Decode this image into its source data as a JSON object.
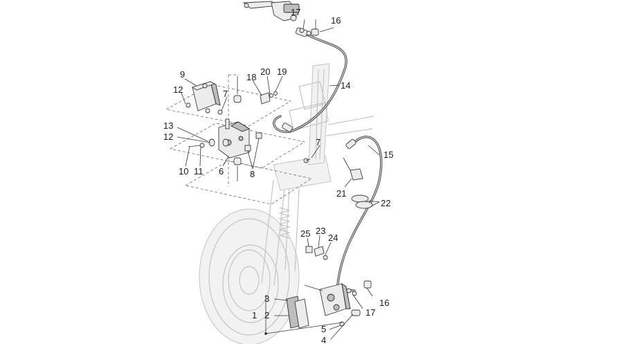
{
  "callouts": {
    "c1": "1",
    "c2": "2",
    "c3": "3",
    "c4": "4",
    "c5": "5",
    "c6": "6",
    "c7a": "7",
    "c7b": "7",
    "c8": "8",
    "c9": "9",
    "c10": "10",
    "c11": "11",
    "c12a": "12",
    "c12b": "12",
    "c13": "13",
    "c14": "14",
    "c15": "15",
    "c16a": "16",
    "c16b": "16",
    "c17a": "17",
    "c17b": "17",
    "c18": "18",
    "c19": "19",
    "c20": "20",
    "c21": "21",
    "c22": "22",
    "c23": "23",
    "c24": "24",
    "c25": "25"
  },
  "colors": {
    "ink": "#1a1a1a",
    "ghost": "#c4c4c4",
    "part": "#ececec"
  }
}
